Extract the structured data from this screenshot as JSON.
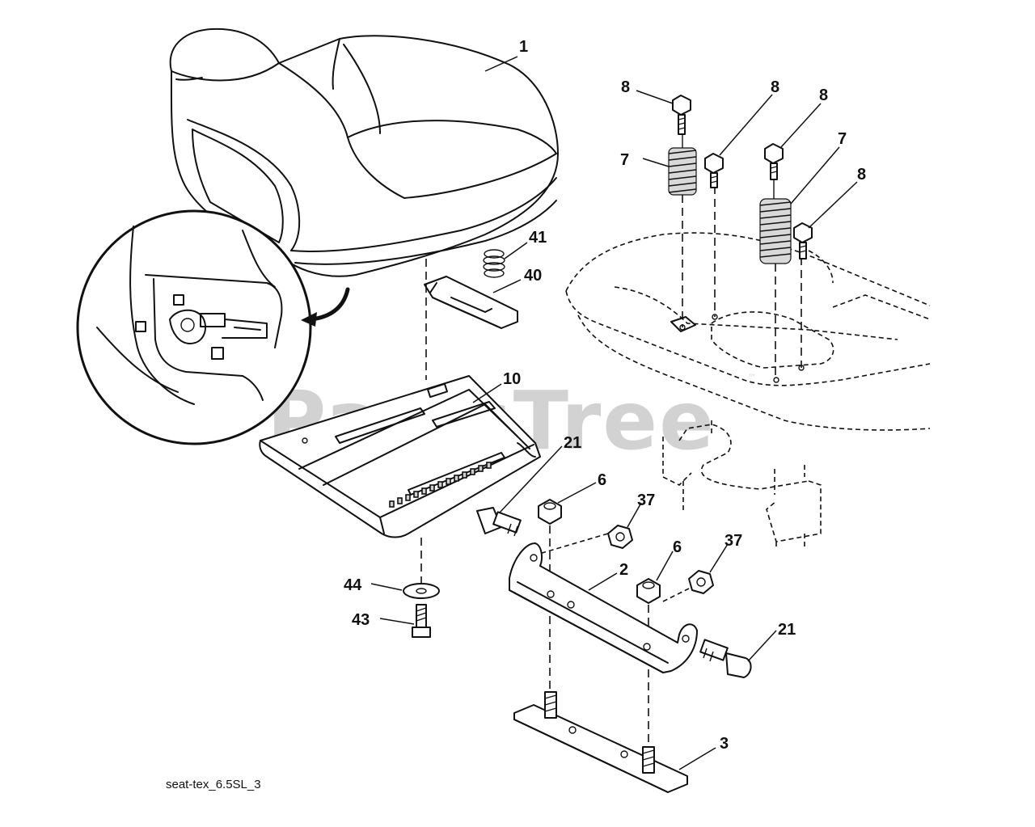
{
  "watermark": {
    "text": "PartsTree",
    "trademark": "™"
  },
  "caption": "seat-tex_6.5SL_3",
  "callouts": {
    "seat": "1",
    "bracket": "2",
    "bottom_plate": "3",
    "nut_left": "6",
    "nut_right": "6",
    "spring_left": "7",
    "spring_right": "7",
    "bolt_a": "8",
    "bolt_b": "8",
    "bolt_c": "8",
    "bolt_d": "8",
    "seat_pan": "10",
    "shoulder_bolt_left": "21",
    "shoulder_bolt_right": "21",
    "locknut_left": "37",
    "locknut_right": "37",
    "clip": "40",
    "small_spring": "41",
    "screw": "43",
    "washer": "44"
  }
}
